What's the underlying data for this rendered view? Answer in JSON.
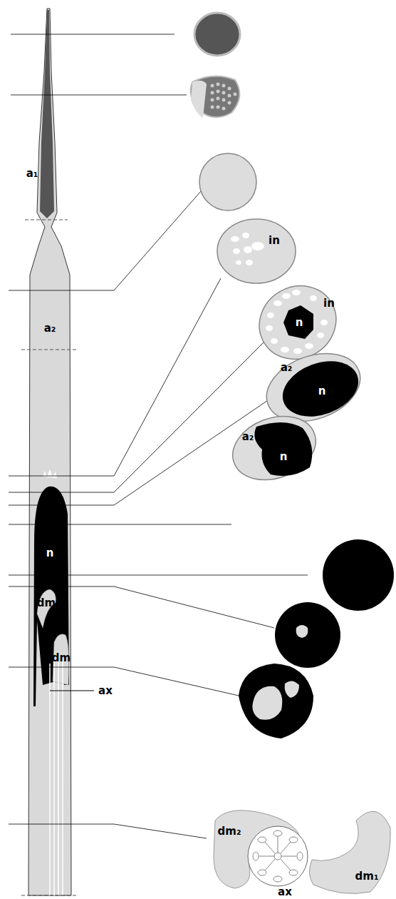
{
  "diagram": {
    "labels": [
      "a₁",
      "in",
      "in",
      "n",
      "a₂",
      "a₂",
      "n",
      "a₂",
      "n",
      "n",
      "dm",
      "dm",
      "ax",
      "dm₂",
      "dm₁",
      "ax"
    ]
  }
}
